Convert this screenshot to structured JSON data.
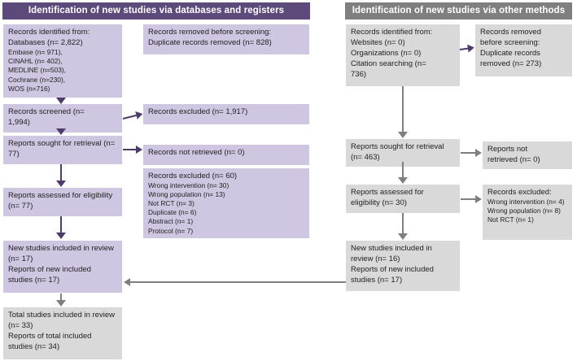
{
  "colors": {
    "purple_header_bg": "#5b4a7a",
    "purple_box_bg": "#cfc6e1",
    "purple_arrow": "#4e3a6b",
    "gray_header_bg": "#7f7f7f",
    "gray_box_bg": "#d9d9d9",
    "gray_arrow": "#7f7f7f",
    "text": "#222222",
    "header_text": "#ffffff"
  },
  "headers": {
    "left": "Identification of new studies via databases and registers",
    "right": "Identification of new studies via other methods"
  },
  "left_column": {
    "records_identified": {
      "line1": "Records identified from:",
      "line2": "Databases (n= 2,822)",
      "details": [
        "Embase (n= 971),",
        "CINAHL (n= 402),",
        "MEDLINE (n=503),",
        "Cochrane (n=230),",
        "WOS (n=716)"
      ]
    },
    "records_removed": {
      "line1": "Records removed before screening:",
      "line2": "Duplicate records removed (n= 828)"
    },
    "records_screened": {
      "line1": "Records screened (n=",
      "line2": "1,994)"
    },
    "records_excluded": "Records excluded (n= 1,917)",
    "reports_sought": "Reports sought for retrieval (n= 77)",
    "records_not_retrieved": "Records not retrieved (n= 0)",
    "reports_assessed": "Reports assessed for eligibility (n= 77)",
    "records_excluded_detail": {
      "title": "Records excluded (n= 60)",
      "reasons": [
        "Wrong intervention (n= 30)",
        "Wrong population (n= 13)",
        "Not RCT (n= 3)",
        "Duplicate (n= 6)",
        "Abstract (n= 1)",
        "Protocol (n= 7)"
      ]
    },
    "new_studies": {
      "line1": "New studies included in review (n= 17)",
      "line2": "Reports of new included studies (n= 17)"
    },
    "total_studies": {
      "line1": "Total studies included in review (n= 33)",
      "line2": "Reports of total included studies (n= 34)"
    }
  },
  "right_column": {
    "records_identified": {
      "line1": "Records identified from:",
      "line2": "Websites (n= 0)",
      "line3": "Organizations (n= 0)",
      "line4": "Citation searching (n=",
      "line5": "736)"
    },
    "records_removed": {
      "line1": "Records removed",
      "line2": "before screening:",
      "line3": "Duplicate records",
      "line4": "removed (n= 273)"
    },
    "reports_sought": "Reports sought for retrieval (n= 463)",
    "reports_not_retrieved": {
      "line1": "Reports not",
      "line2": "retrieved (n= 0)"
    },
    "reports_assessed": "Reports assessed for eligibility (n= 30)",
    "records_excluded_detail": {
      "title": "Records excluded:",
      "reasons": [
        "Wrong intervention (n= 4)",
        "Wrong population (n= 8)",
        "Not RCT (n= 1)"
      ]
    },
    "new_studies": {
      "line1": "New studies included in review (n= 16)",
      "line2": "Reports of new included studies (n= 17)"
    }
  }
}
